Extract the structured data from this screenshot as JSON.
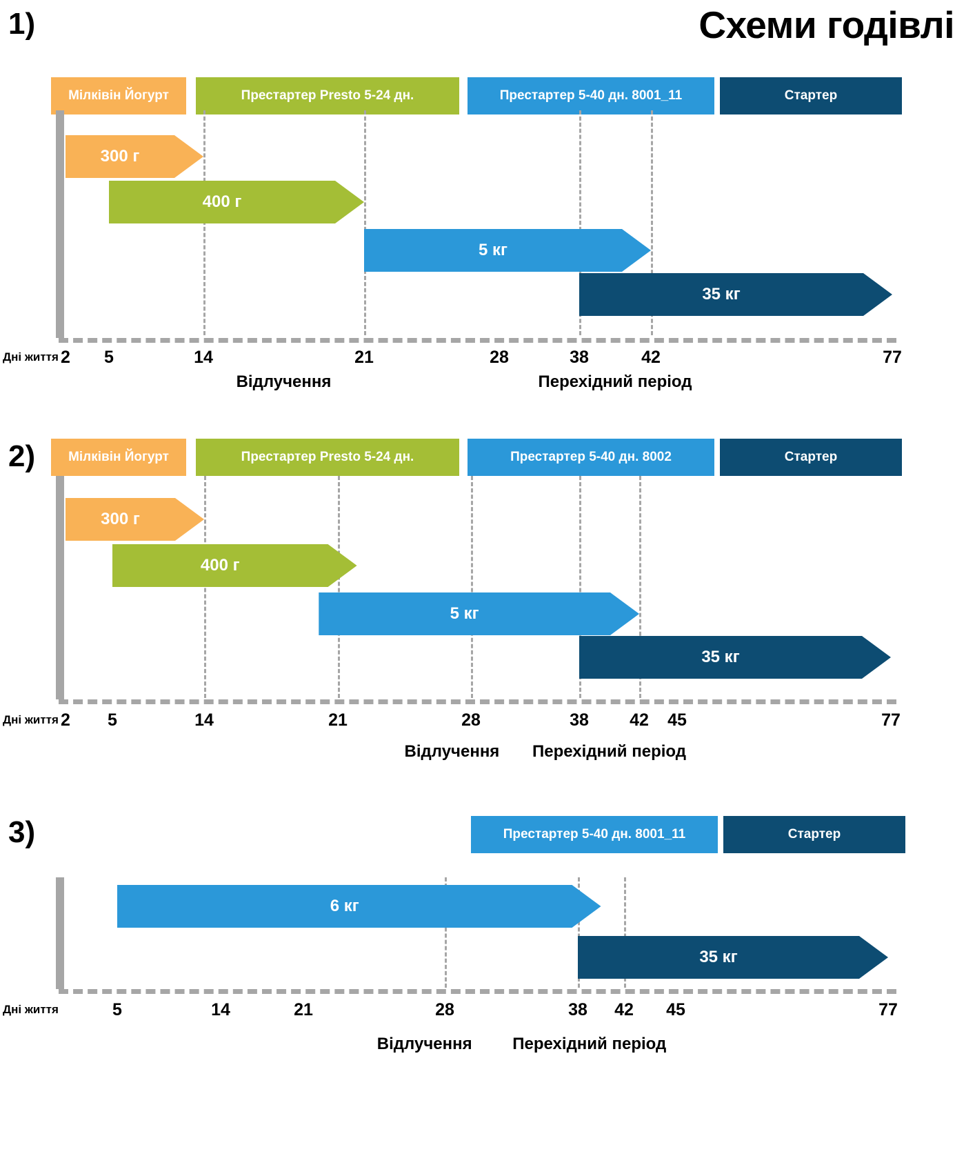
{
  "title": "Схеми годівлі",
  "axis_caption": "Дні життя",
  "phase_weaning": "Відлучення",
  "phase_transition": "Перехідний період",
  "colors": {
    "orange": "#F9B256",
    "green": "#A4BE36",
    "blue": "#2B98D9",
    "darkblue": "#0D4C72",
    "grey": "#A6A6A6"
  },
  "chart_data": {
    "type": "bar",
    "title": "Схеми годівлі",
    "xlabel": "Дні життя",
    "schemes": [
      {
        "number": "1)",
        "legend": [
          {
            "label": "Мілківін Йогурт",
            "color": "#F9B256"
          },
          {
            "label": "Престартер Presto 5-24 дн.",
            "color": "#A4BE36"
          },
          {
            "label": "Престартер 5-40 дн. 8001_11",
            "color": "#2B98D9"
          },
          {
            "label": "Стартер",
            "color": "#0D4C72"
          }
        ],
        "ticks": [
          2,
          5,
          14,
          21,
          28,
          38,
          42,
          77
        ],
        "gridlines": [
          14,
          21,
          38,
          42
        ],
        "bars": [
          {
            "label": "300 г",
            "color": "#F9B256",
            "start": 2,
            "end": 14
          },
          {
            "label": "400 г",
            "color": "#A4BE36",
            "start": 5,
            "end": 21
          },
          {
            "label": "5 кг",
            "color": "#2B98D9",
            "start": 21,
            "end": 42
          },
          {
            "label": "35 кг",
            "color": "#0D4C72",
            "start": 38,
            "end": 77
          }
        ],
        "phases": [
          {
            "label": "Відлучення",
            "at": 17.5
          },
          {
            "label": "Перехідний період",
            "at": 40
          }
        ]
      },
      {
        "number": "2)",
        "legend": [
          {
            "label": "Мілківін Йогурт",
            "color": "#F9B256"
          },
          {
            "label": "Престартер Presto 5-24 дн.",
            "color": "#A4BE36"
          },
          {
            "label": "Престартер 5-40 дн. 8002",
            "color": "#2B98D9"
          },
          {
            "label": "Стартер",
            "color": "#0D4C72"
          }
        ],
        "ticks": [
          2,
          5,
          14,
          21,
          28,
          38,
          42,
          45,
          77
        ],
        "gridlines": [
          14,
          21,
          28,
          38,
          42
        ],
        "bars": [
          {
            "label": "300 г",
            "color": "#F9B256",
            "start": 2,
            "end": 14
          },
          {
            "label": "400 г",
            "color": "#A4BE36",
            "start": 5,
            "end": 22
          },
          {
            "label": "5 кг",
            "color": "#2B98D9",
            "start": 20,
            "end": 42
          },
          {
            "label": "35 кг",
            "color": "#0D4C72",
            "start": 38,
            "end": 77
          }
        ],
        "phases": [
          {
            "label": "Відлучення",
            "at": 27
          },
          {
            "label": "Перехідний період",
            "at": 40
          }
        ]
      },
      {
        "number": "3)",
        "legend": [
          {
            "label": "Престартер 5-40 дн. 8001_11",
            "color": "#2B98D9"
          },
          {
            "label": "Стартер",
            "color": "#0D4C72"
          }
        ],
        "ticks": [
          5,
          14,
          21,
          28,
          38,
          42,
          45,
          77
        ],
        "gridlines": [
          28,
          38,
          42
        ],
        "bars": [
          {
            "label": "6 кг",
            "color": "#2B98D9",
            "start": 5,
            "end": 40
          },
          {
            "label": "35 кг",
            "color": "#0D4C72",
            "start": 38,
            "end": 77
          }
        ],
        "phases": [
          {
            "label": "Відлучення",
            "at": 27
          },
          {
            "label": "Перехідний період",
            "at": 39
          }
        ]
      }
    ]
  }
}
